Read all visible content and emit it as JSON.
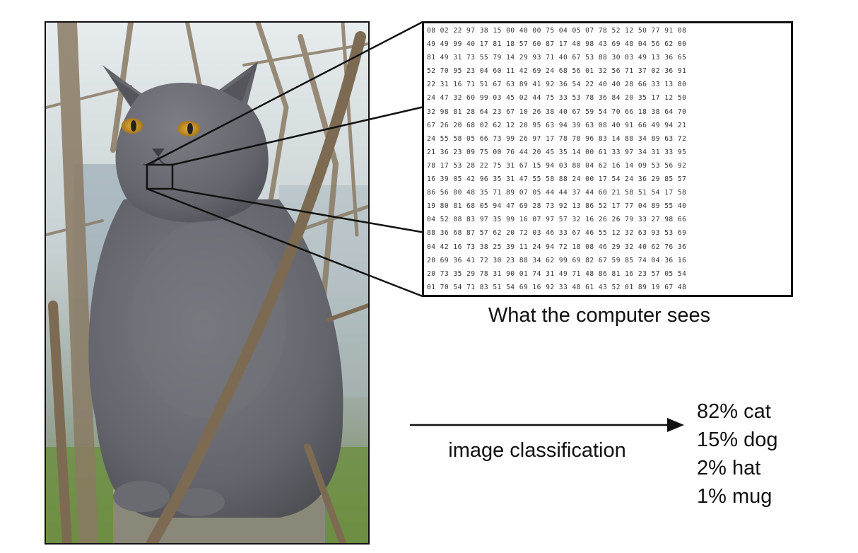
{
  "figure": {
    "caption": "What the computer sees",
    "arrow_label": "image classification",
    "pixel_values": [
      "08 02 22 97 38 15 00 40 00 75 04 05 07 78 52 12 50 77 91 08",
      "49 49 99 40 17 81 18 57 60 87 17 40 98 43 69 48 04 56 62 00",
      "81 49 31 73 55 79 14 29 93 71 40 67 53 88 30 03 49 13 36 65",
      "52 70 95 23 04 60 11 42 69 24 68 56 01 32 56 71 37 02 36 91",
      "22 31 16 71 51 67 63 89 41 92 36 54 22 40 40 28 66 33 13 80",
      "24 47 32 60 99 03 45 02 44 75 33 53 78 36 84 20 35 17 12 50",
      "32 98 81 28 64 23 67 10 26 38 40 67 59 54 70 66 18 38 64 70",
      "67 26 20 68 02 62 12 20 95 63 94 39 63 08 40 91 66 49 94 21",
      "24 55 58 05 66 73 99 26 97 17 78 78 96 83 14 88 34 89 63 72",
      "21 36 23 09 75 00 76 44 20 45 35 14 00 61 33 97 34 31 33 95",
      "78 17 53 28 22 75 31 67 15 94 03 80 04 62 16 14 09 53 56 92",
      "16 39 05 42 96 35 31 47 55 58 88 24 00 17 54 24 36 29 85 57",
      "86 56 00 48 35 71 89 07 05 44 44 37 44 60 21 58 51 54 17 58",
      "19 80 81 68 05 94 47 69 28 73 92 13 86 52 17 77 04 89 55 40",
      "04 52 08 83 97 35 99 16 07 97 57 32 16 26 26 79 33 27 98 66",
      "88 36 68 87 57 62 20 72 03 46 33 67 46 55 12 32 63 93 53 69",
      "04 42 16 73 38 25 39 11 24 94 72 18 08 46 29 32 40 62 76 36",
      "20 69 36 41 72 30 23 88 34 62 99 69 82 67 59 85 74 04 36 16",
      "20 73 35 29 78 31 90 01 74 31 49 71 48 86 81 16 23 57 05 54",
      "01 70 54 71 83 51 54 69 16 92 33 48 61 43 52 01 89 19 67 48"
    ],
    "results": [
      "82% cat",
      "15% dog",
      "2% hat",
      "1% mug"
    ]
  },
  "colors": {
    "ink": "#111111",
    "cat_fur": "#6b6c72",
    "eyes": "#c7931f"
  },
  "icons": {
    "arrow": "right-arrow-icon"
  }
}
